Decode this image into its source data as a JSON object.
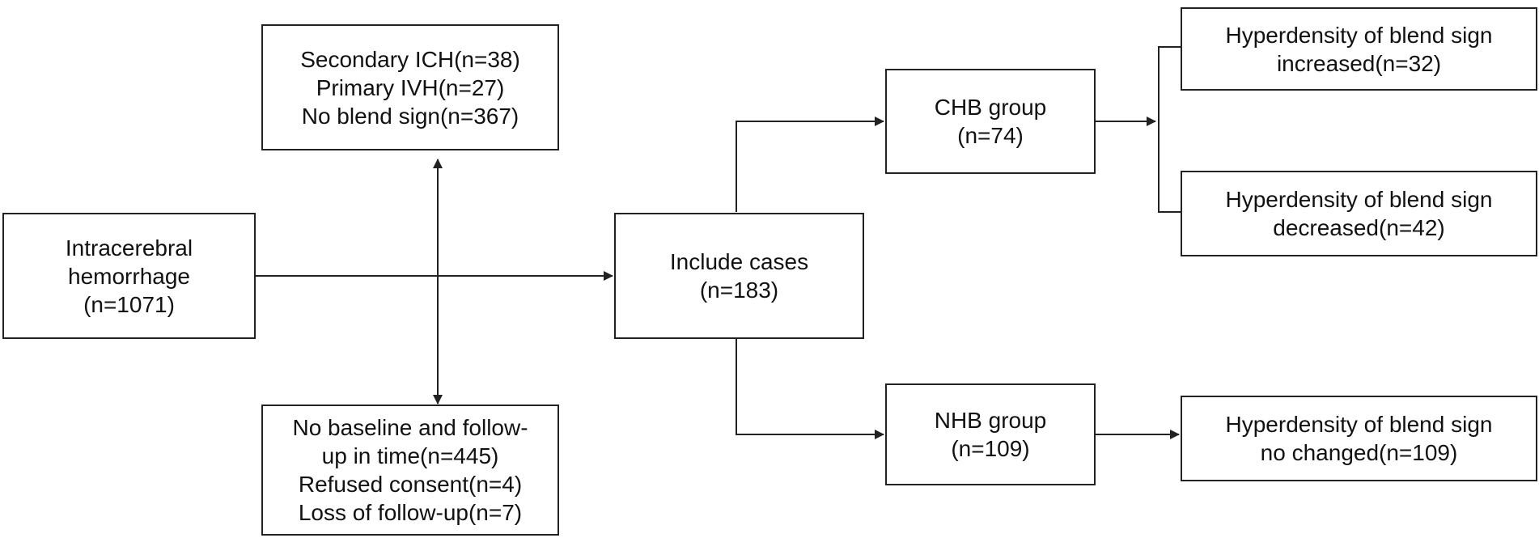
{
  "diagram": {
    "start": {
      "lines": [
        "Intracerebral",
        "hemorrhage",
        "(n=1071)"
      ]
    },
    "excluded_top": {
      "lines": [
        "Secondary ICH(n=38)",
        "Primary IVH(n=27)",
        "No blend sign(n=367)"
      ]
    },
    "excluded_bottom": {
      "lines": [
        "No baseline and follow-",
        "up in time(n=445)",
        "Refused consent(n=4)",
        "Loss of follow-up(n=7)"
      ]
    },
    "included": {
      "lines": [
        "Include cases",
        "(n=183)"
      ]
    },
    "chb_group": {
      "lines": [
        "CHB group",
        "(n=74)"
      ]
    },
    "nhb_group": {
      "lines": [
        "NHB group",
        "(n=109)"
      ]
    },
    "outcome_increased": {
      "lines": [
        "Hyperdensity of blend sign",
        "increased(n=32)"
      ]
    },
    "outcome_decreased": {
      "lines": [
        "Hyperdensity of blend sign",
        "decreased(n=42)"
      ]
    },
    "outcome_unchanged": {
      "lines": [
        "Hyperdensity of blend sign",
        "no changed(n=109)"
      ]
    }
  },
  "colors": {
    "line": "#222222",
    "box_border": "#222222",
    "text": "#111111",
    "background": "#ffffff"
  }
}
